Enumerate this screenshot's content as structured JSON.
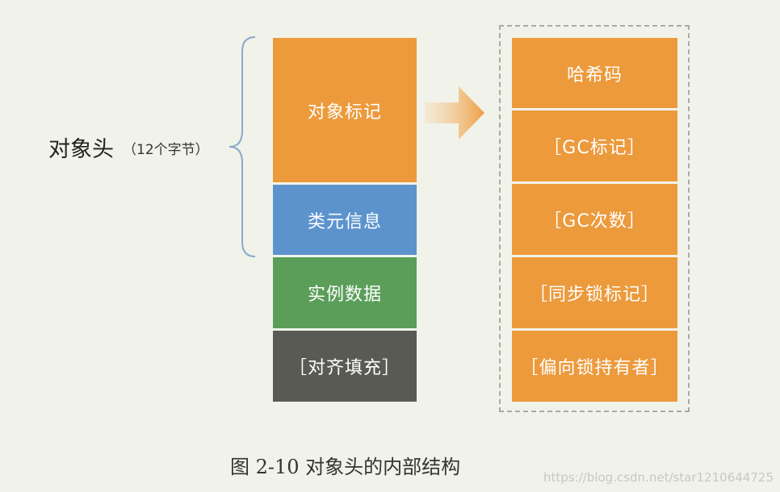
{
  "object_header": {
    "label": "对象头",
    "size_note": "（12个字节）"
  },
  "left_blocks": [
    {
      "label": "对象标记",
      "color": "#ec9a3c"
    },
    {
      "label": "类元信息",
      "color": "#5c93cd"
    },
    {
      "label": "实例数据",
      "color": "#5a9e5a"
    },
    {
      "label": "［对齐填充］",
      "color": "#5a5a55"
    }
  ],
  "right_blocks": [
    {
      "label": "哈希码"
    },
    {
      "label": "［GC标记］"
    },
    {
      "label": "［GC次数］"
    },
    {
      "label": "［同步锁标记］"
    },
    {
      "label": "［偏向锁持有者］"
    }
  ],
  "right_block_color": "#ec9a3c",
  "caption": "图 2-10   对象头的内部结构",
  "watermark": "https://blog.csdn.net/star1210644725"
}
